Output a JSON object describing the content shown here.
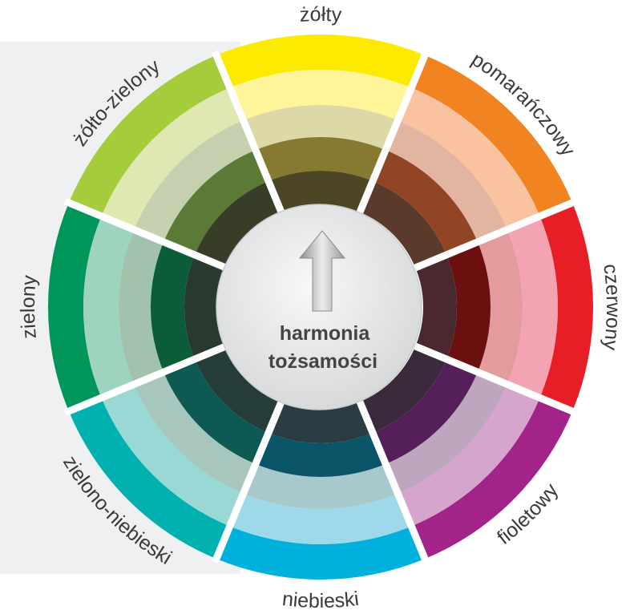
{
  "center": {
    "line1": "harmonia",
    "line2": "tożsamości",
    "arrow_icon": "up-arrow-icon"
  },
  "colors": {
    "background_panel": "#eef0f1",
    "separator": "#ffffff",
    "center_disc": "#e8e9ea"
  },
  "segments": [
    {
      "id": "zolty",
      "label": "żółty",
      "bands": [
        "#fcea00",
        "#fff49a",
        "#dcd8a8",
        "#857a30",
        "#4c4526"
      ]
    },
    {
      "id": "pomaranczowy",
      "label": "pomarańczowy",
      "bands": [
        "#f18420",
        "#f9c3a0",
        "#e1b5a1",
        "#924524",
        "#5a3a2b"
      ]
    },
    {
      "id": "czerwony",
      "label": "czerwony",
      "bands": [
        "#e81e26",
        "#f4a3b2",
        "#e39b9d",
        "#6b0f0f",
        "#4a2830"
      ]
    },
    {
      "id": "fioletowy",
      "label": "fioletowy",
      "bands": [
        "#a32489",
        "#d7a4ce",
        "#bda6be",
        "#55205a",
        "#3a2a3c"
      ]
    },
    {
      "id": "niebieski",
      "label": "niebieski",
      "bands": [
        "#00b1de",
        "#9dd9e9",
        "#a8c9cc",
        "#0a5668",
        "#2a3c44"
      ]
    },
    {
      "id": "zielono-niebieski",
      "label": "zielono-niebieski",
      "bands": [
        "#00b1b0",
        "#9ad8d5",
        "#a6c6be",
        "#0d5a52",
        "#263c3a"
      ]
    },
    {
      "id": "zielony",
      "label": "zielony",
      "bands": [
        "#00955a",
        "#9ed4be",
        "#a1c2ac",
        "#0b5c39",
        "#28392f"
      ]
    },
    {
      "id": "zolto-zielony",
      "label": "żółto-zielony",
      "bands": [
        "#a5cd3b",
        "#dfe8b2",
        "#c5d1ae",
        "#5a7a36",
        "#383d28"
      ]
    }
  ]
}
